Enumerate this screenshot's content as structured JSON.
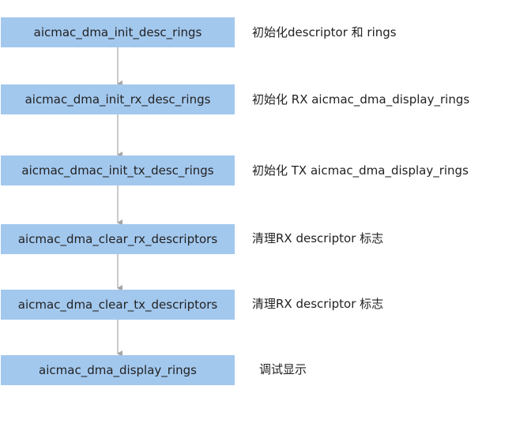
{
  "steps": [
    {
      "label": "aicmac_dma_init_desc_rings",
      "note": "初始化descriptor 和 rings"
    },
    {
      "label": "aicmac_dma_init_rx_desc_rings",
      "note": "初始化 RX aicmac_dma_display_rings"
    },
    {
      "label": "aicmac_dmac_init_tx_desc_rings",
      "note": "初始化 TX aicmac_dma_display_rings"
    },
    {
      "label": "aicmac_dma_clear_rx_descriptors",
      "note": "清理RX descriptor 标志"
    },
    {
      "label": "aicmac_dma_clear_tx_descriptors",
      "note": "清理RX descriptor 标志"
    },
    {
      "label": "aicmac_dma_display_rings",
      "note": "调试显示"
    }
  ],
  "colors": {
    "box": "#a3c8ee",
    "arrow": "#a6a6a6",
    "text": "#222222"
  }
}
